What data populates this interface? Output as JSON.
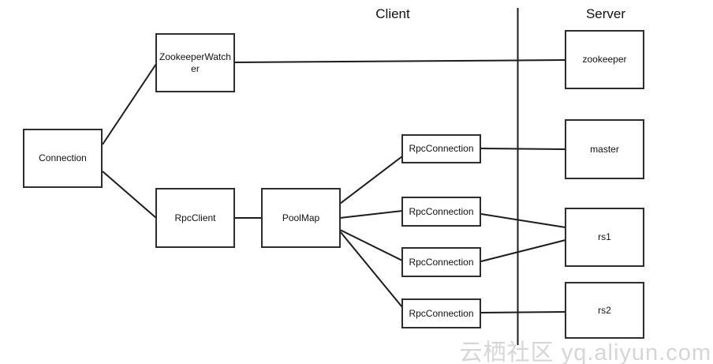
{
  "header": {
    "client_label": "Client",
    "server_label": "Server"
  },
  "nodes": {
    "connection": {
      "label": "Connection",
      "side": "client"
    },
    "zookeeper_watcher": {
      "label": "ZookeeperWatcher",
      "side": "client"
    },
    "rpc_client": {
      "label": "RpcClient",
      "side": "client"
    },
    "pool_map": {
      "label": "PoolMap",
      "side": "client"
    },
    "rpc_connection_1": {
      "label": "RpcConnection",
      "side": "client"
    },
    "rpc_connection_2": {
      "label": "RpcConnection",
      "side": "client"
    },
    "rpc_connection_3": {
      "label": "RpcConnection",
      "side": "client"
    },
    "rpc_connection_4": {
      "label": "RpcConnection",
      "side": "client"
    },
    "zookeeper": {
      "label": "zookeeper",
      "side": "server"
    },
    "master": {
      "label": "master",
      "side": "server"
    },
    "rs1": {
      "label": "rs1",
      "side": "server"
    },
    "rs2": {
      "label": "rs2",
      "side": "server"
    }
  },
  "edges": [
    {
      "from": "connection",
      "to": "zookeeper_watcher"
    },
    {
      "from": "connection",
      "to": "rpc_client"
    },
    {
      "from": "rpc_client",
      "to": "pool_map"
    },
    {
      "from": "zookeeper_watcher",
      "to": "zookeeper"
    },
    {
      "from": "pool_map",
      "to": "rpc_connection_1"
    },
    {
      "from": "pool_map",
      "to": "rpc_connection_2"
    },
    {
      "from": "pool_map",
      "to": "rpc_connection_3"
    },
    {
      "from": "pool_map",
      "to": "rpc_connection_4"
    },
    {
      "from": "rpc_connection_1",
      "to": "master"
    },
    {
      "from": "rpc_connection_2",
      "to": "rs1"
    },
    {
      "from": "rpc_connection_3",
      "to": "rs1"
    },
    {
      "from": "rpc_connection_4",
      "to": "rs2"
    }
  ],
  "watermark": {
    "text": "云栖社区 yq.aliyun.com"
  },
  "colors": {
    "line": "#1c1c1c",
    "box_border": "#2d2d2d",
    "box_fill": "#ffffff",
    "text": "#111111",
    "watermark": "#d6d6d6",
    "background": "#ffffff"
  }
}
